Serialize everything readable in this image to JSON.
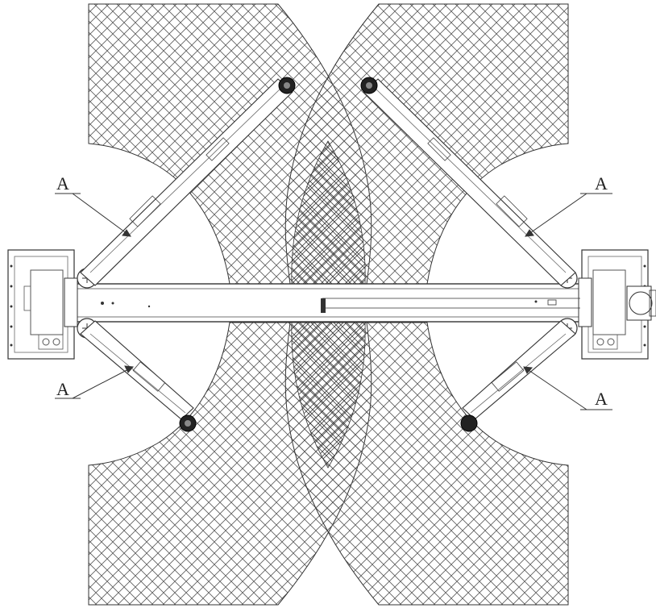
{
  "labels": {
    "top_left": "A",
    "top_right": "A",
    "bottom_left": "A",
    "bottom_right": "A"
  },
  "colors": {
    "line": "#333333",
    "hatch": "#555555",
    "background": "#ffffff"
  }
}
